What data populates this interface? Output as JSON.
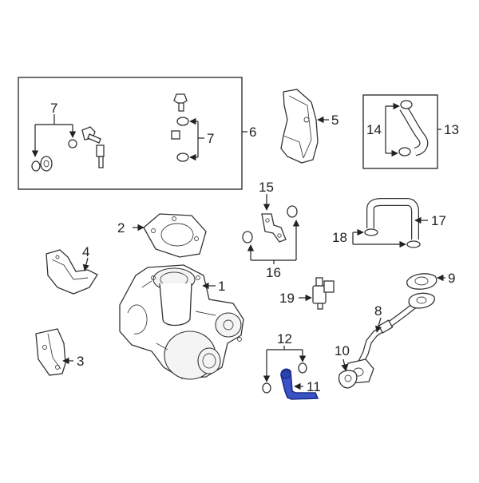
{
  "diagram": {
    "callouts": {
      "c1": "1",
      "c2": "2",
      "c3": "3",
      "c4": "4",
      "c5": "5",
      "c6": "6",
      "c7a": "7",
      "c7b": "7",
      "c8": "8",
      "c9": "9",
      "c10": "10",
      "c11": "11",
      "c12": "12",
      "c13": "13",
      "c14": "14",
      "c15": "15",
      "c16": "16",
      "c17": "17",
      "c18": "18",
      "c19": "19"
    },
    "highlight_color": "#3a52c4",
    "highlighted_part": "11"
  }
}
